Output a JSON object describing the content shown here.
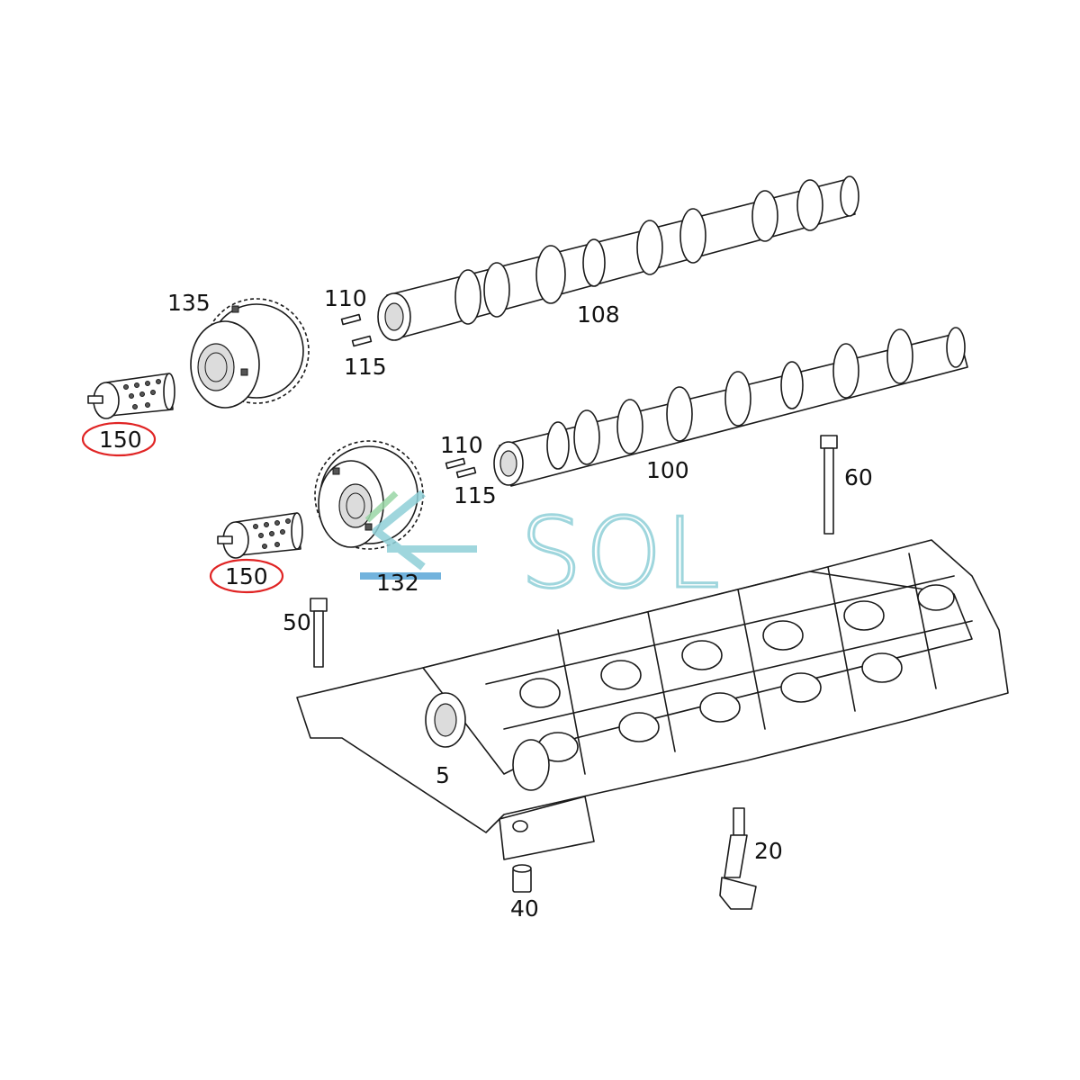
{
  "labels": {
    "p135": "135",
    "p110a": "110",
    "p115a": "115",
    "p108": "108",
    "p150a": "150",
    "p110b": "110",
    "p115b": "115",
    "p100": "100",
    "p60": "60",
    "p150b": "150",
    "p132": "132",
    "p50": "50",
    "p5": "5",
    "p20": "20",
    "p40": "40"
  },
  "watermark": {
    "text": "SOL"
  },
  "colors": {
    "highlight_circle": "#e02424",
    "watermark_teal": "#8fd0d8",
    "watermark_green": "#9ad6a6",
    "watermark_blue": "#5aa6d8",
    "line": "#1a1a1a"
  }
}
